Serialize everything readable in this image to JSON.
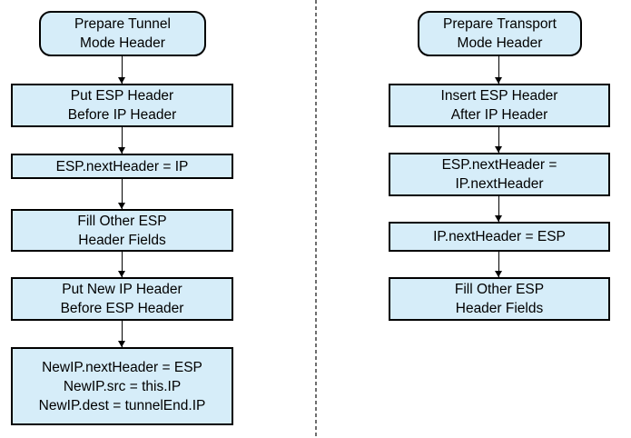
{
  "colors": {
    "background": "#ffffff",
    "node_fill": "#d6edf9",
    "node_border": "#000000",
    "arrow": "#000000",
    "divider": "#6e6e6e"
  },
  "flows": {
    "tunnel": {
      "id": "tunnel-mode-flow",
      "nodes": [
        {
          "shape": "rounded",
          "lines": [
            "Prepare Tunnel",
            "Mode Header"
          ]
        },
        {
          "shape": "rect",
          "lines": [
            "Put ESP Header",
            "Before IP Header"
          ]
        },
        {
          "shape": "rect",
          "lines": [
            "ESP.nextHeader = IP"
          ]
        },
        {
          "shape": "rect",
          "lines": [
            "Fill Other ESP",
            "Header Fields"
          ]
        },
        {
          "shape": "rect",
          "lines": [
            "Put New IP Header",
            "Before ESP Header"
          ]
        },
        {
          "shape": "rect",
          "lines": [
            "NewIP.nextHeader = ESP",
            "NewIP.src = this.IP",
            "NewIP.dest = tunnelEnd.IP"
          ]
        }
      ]
    },
    "transport": {
      "id": "transport-mode-flow",
      "nodes": [
        {
          "shape": "rounded",
          "lines": [
            "Prepare Transport",
            "Mode Header"
          ]
        },
        {
          "shape": "rect",
          "lines": [
            "Insert ESP Header",
            "After IP Header"
          ]
        },
        {
          "shape": "rect",
          "lines": [
            "ESP.nextHeader =",
            "IP.nextHeader"
          ]
        },
        {
          "shape": "rect",
          "lines": [
            "IP.nextHeader = ESP"
          ]
        },
        {
          "shape": "rect",
          "lines": [
            "Fill Other ESP",
            "Header Fields"
          ]
        }
      ]
    }
  }
}
